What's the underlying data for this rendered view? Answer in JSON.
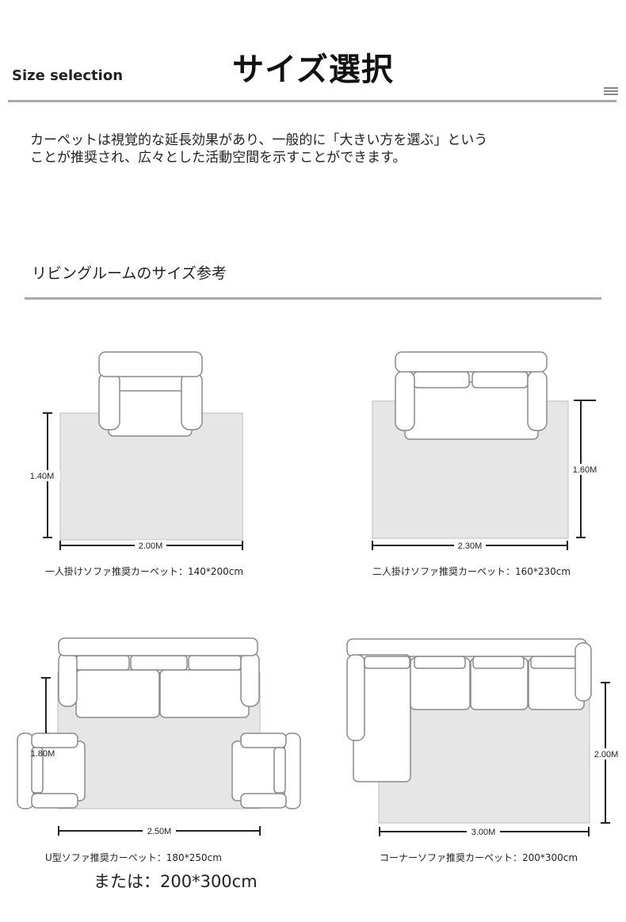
{
  "header": {
    "en_title": "Size selection",
    "jp_title": "サイズ選択",
    "menu_icon": "menu-icon"
  },
  "intro": {
    "text": "カーペットは視覚的な延長効果があり、一般的に「大きい方を選ぶ」ということが推奨され、広々とした活動空間を示すことができます。"
  },
  "section": {
    "title": "リビングルームのサイズ参考"
  },
  "layouts": [
    {
      "width_label": "2.00M",
      "height_label": "1.40M",
      "caption": "一人掛けソファ推奨カーペット：140*200cm"
    },
    {
      "width_label": "2.30M",
      "height_label": "1.60M",
      "caption": "二人掛けソファ推奨カーペット：160*230cm"
    },
    {
      "width_label": "2.50M",
      "height_label": "1.80M",
      "caption": "U型ソファ推奨カーペット：180*250cm"
    },
    {
      "width_label": "3.00M",
      "height_label": "2.00M",
      "caption": "コーナーソファ推奨カーペット：200*300cm"
    }
  ],
  "alternative": "または：200*300cm",
  "colors": {
    "rug": "#e6e6e6",
    "rug_border": "#bdbdbd",
    "sofa_fill": "#ffffff",
    "sofa_stroke": "#8a8a8a",
    "rule": "#a9a9a9"
  }
}
